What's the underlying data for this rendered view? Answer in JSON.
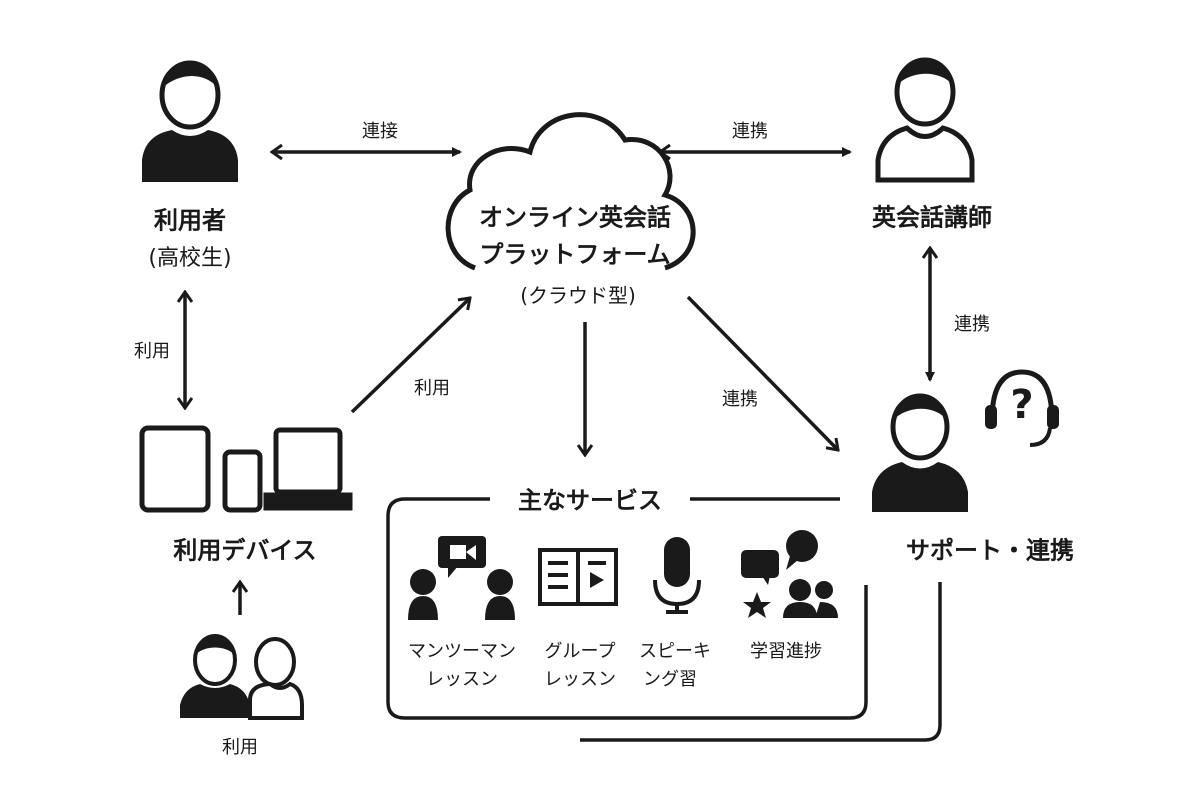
{
  "user": {
    "title": "利用者",
    "subtitle": "(高校生)"
  },
  "platform": {
    "line1": "オンライン英会話",
    "line2": "プラットフォーム",
    "line3": "(クラウド型)"
  },
  "teacher": {
    "title": "英会話講師"
  },
  "support": {
    "title": "サポート・連携"
  },
  "devices": {
    "title": "利用デバイス"
  },
  "family": {
    "label": "利用"
  },
  "edges": {
    "user_platform": "連接",
    "platform_teacher": "連携",
    "teacher_support": "連携",
    "platform_support": "連携",
    "device_platform": "利用",
    "user_device": "利用"
  },
  "services": {
    "title": "主なサービス",
    "items": [
      {
        "line1": "マンツーマン",
        "line2": "レッスン",
        "icon": "video-chat-icon"
      },
      {
        "line1": "グループ",
        "line2": "レッスン",
        "icon": "book-video-icon"
      },
      {
        "line1": "スピーキ",
        "line2": "ング習",
        "icon": "microphone-icon"
      },
      {
        "line1": "学習進捗",
        "line2": "",
        "icon": "group-progress-icon"
      }
    ]
  }
}
